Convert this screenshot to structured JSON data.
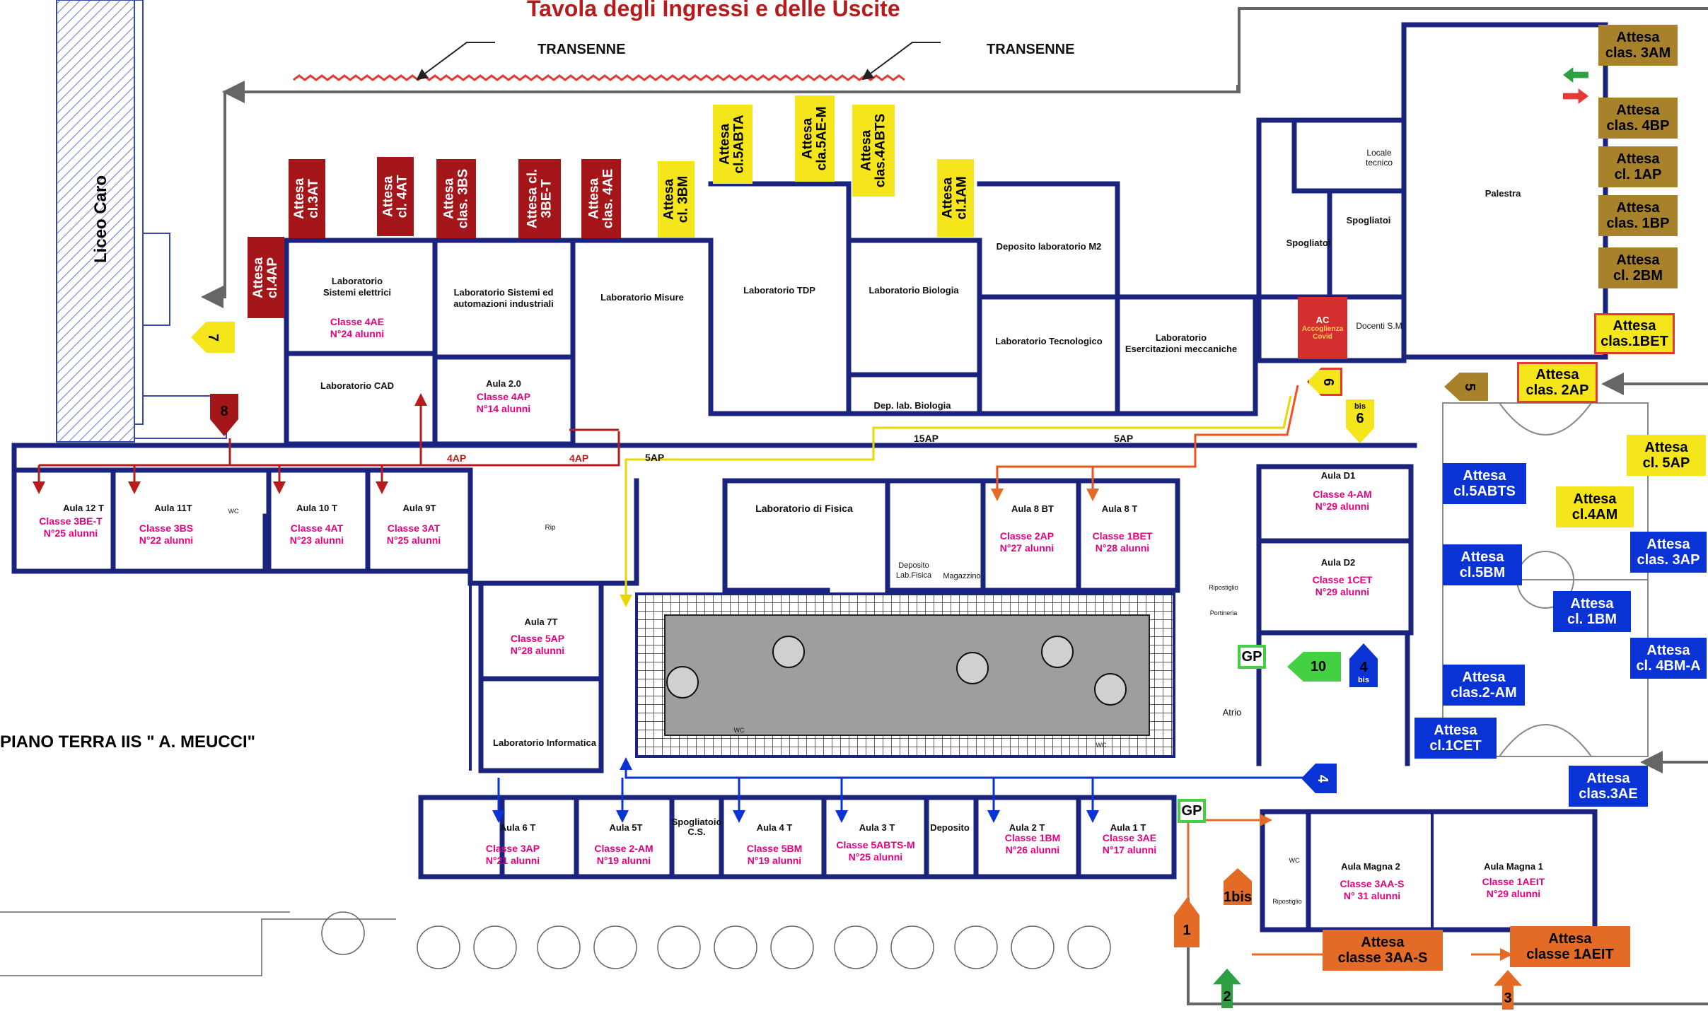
{
  "title": "Tavola degli Ingressi e delle Uscite",
  "floor_label": "PIANO TERRA IIS \" A. MEUCCI\"",
  "neighbor": "Liceo Caro",
  "barrier_label": "TRANSENNE",
  "colors": {
    "wait_red": "#a4161a",
    "wait_yellow": "#f5e51b",
    "wait_brown": "#a8822b",
    "wait_blue": "#0a33d6",
    "wait_orange": "#e36b25",
    "wall": "#1a237e",
    "class_text": "#e6007e"
  },
  "rooms": {
    "lab_sistemi_elettrici": "Laboratorio\nSistemi elettrici",
    "lab_sistemi_automazioni": "Laboratorio Sistemi ed\nautomazioni industriali",
    "lab_misure": "Laboratorio Misure",
    "lab_tdp": "Laboratorio TDP",
    "lab_biologia": "Laboratorio Biologia",
    "deposito_m2": "Deposito laboratorio M2",
    "lab_tecnologico": "Laboratorio Tecnologico",
    "lab_esercitazioni": "Laboratorio\nEsercitazioni meccaniche",
    "dep_biologia": "Dep. lab. Biologia",
    "lab_cad": "Laboratorio CAD",
    "aula_2_0": "Aula 2.0",
    "palestra": "Palestra",
    "spogliatoi": "Spogliatoi",
    "locale_tecnico": "Locale\ntecnico",
    "docenti_sm": "Docenti S.M",
    "accoglienza_covid": "Accoglienza\nCovid",
    "ac": "AC",
    "wc": "WC",
    "aula_12t": "Aula 12 T",
    "aula_11t": "Aula 11T",
    "aula_10t": "Aula 10 T",
    "aula_9t": "Aula 9T",
    "rip": "Rip",
    "lab_fisica": "Laboratorio di Fisica",
    "deposito_fisica": "Deposito\nLab.Fisica",
    "magazzino": "Magazzino",
    "aula_8bt": "Aula 8 BT",
    "aula_8t": "Aula 8 T",
    "aula_d1": "Aula D1",
    "aula_d2": "Aula D2",
    "ripostiglio": "Ripostiglio",
    "portineria": "Portineria",
    "aula_7t": "Aula 7T",
    "lab_informatica": "Laboratorio Informatica",
    "atrio": "Atrio",
    "aula_6t": "Aula 6 T",
    "aula_5t": "Aula 5T",
    "spogliatoio_cs": "Spogliatoio\nC.S.",
    "aula_4t": "Aula 4 T",
    "aula_3t": "Aula 3 T",
    "deposito": "Deposito",
    "aula_2t": "Aula 2 T",
    "aula_1t": "Aula 1 T",
    "aula_magna_2": "Aula Magna 2",
    "aula_magna_1": "Aula Magna 1"
  },
  "classes": {
    "c4ae": "Classe 4AE\nN°24 alunni",
    "c4ap": "Classe 4AP\nN°14 alunni",
    "c3bet": "Classe 3BE-T\nN°25 alunni",
    "c3bs": "Classe 3BS\nN°22 alunni",
    "c4at": "Classe 4AT\nN°23 alunni",
    "c3at": "Classe 3AT\nN°25 alunni",
    "c2ap": "Classe 2AP\nN°27 alunni",
    "c1bet": "Classe 1BET\nN°28 alunni",
    "c4am": "Classe 4-AM\nN°29 alunni",
    "c1cet": "Classe 1CET\nN°29 alunni",
    "c5ap": "Classe 5AP\nN°28 alunni",
    "c3ap": "Classe 3AP\nN°21 alunni",
    "c2am": "Classe 2-AM\nN°19 alunni",
    "c5bm": "Classe 5BM\nN°19 alunni",
    "c5abts": "Classe 5ABTS-M\nN°25 alunni",
    "c1bm": "Classe 1BM\nN°26 alunni",
    "c3ae": "Classe 3AE\nN°17 alunni",
    "c3aas": "Classe 3AA-S\nN° 31 alunni",
    "c1aeit": "Classe 1AEIT\nN°29 alunni"
  },
  "path_labels": {
    "p4ap": "4AP",
    "p5ap": "5AP",
    "p15ap": "15AP",
    "gp": "GP"
  },
  "entrances": {
    "e1": "1",
    "e1bis": "1bis",
    "e2": "2",
    "e3": "3",
    "e4": "4",
    "e4bis_n": "4",
    "e4bis_s": "bis",
    "e5": "5",
    "e6": "6",
    "e6bis_s": "bis",
    "e6bis_n": "6",
    "e7": "7",
    "e8": "8",
    "e10": "10"
  },
  "waits": {
    "w_4ap": "Attesa\ncl.4AP",
    "w_3at": "Attesa\ncl.3AT",
    "w_4at": "Attesa\ncl. 4AT",
    "w_3bs": "Attesa\nclas. 3BS",
    "w_3bet": "Attesa cl.\n3BE-T",
    "w_4ae": "Attesa\nclas. 4AE",
    "w_3bm": "Attesa\ncl. 3BM",
    "w_5abta": "Attesa\ncl.5ABTA",
    "w_5aem": "Attesa\ncla.5AE-M",
    "w_4abts": "Attesa\nclas.4ABTS",
    "w_1am": "Attesa\ncl.1AM",
    "w_3am": "Attesa\nclas. 3AM",
    "w_4bp": "Attesa\nclas. 4BP",
    "w_1ap": "Attesa\ncl. 1AP",
    "w_1bp": "Attesa\nclas. 1BP",
    "w_2bm": "Attesa\ncl. 2BM",
    "w_1bet": "Attesa\nclas.1BET",
    "w_2ap": "Attesa\nclas. 2AP",
    "w_5ap": "Attesa\ncl. 5AP",
    "w_5abts": "Attesa\ncl.5ABTS",
    "w_4am": "Attesa\ncl.4AM",
    "w_3ap": "Attesa\nclas. 3AP",
    "w_5bm": "Attesa\ncl.5BM",
    "w_1bm": "Attesa\ncl. 1BM",
    "w_4bma": "Attesa\ncl. 4BM-A",
    "w_2am": "Attesa\nclas.2-AM",
    "w_1cet": "Attesa\ncl.1CET",
    "w_3ae": "Attesa\nclas.3AE",
    "w_3aas": "Attesa\nclasse 3AA-S",
    "w_1aeit": "Attesa\nclasse 1AEIT"
  }
}
